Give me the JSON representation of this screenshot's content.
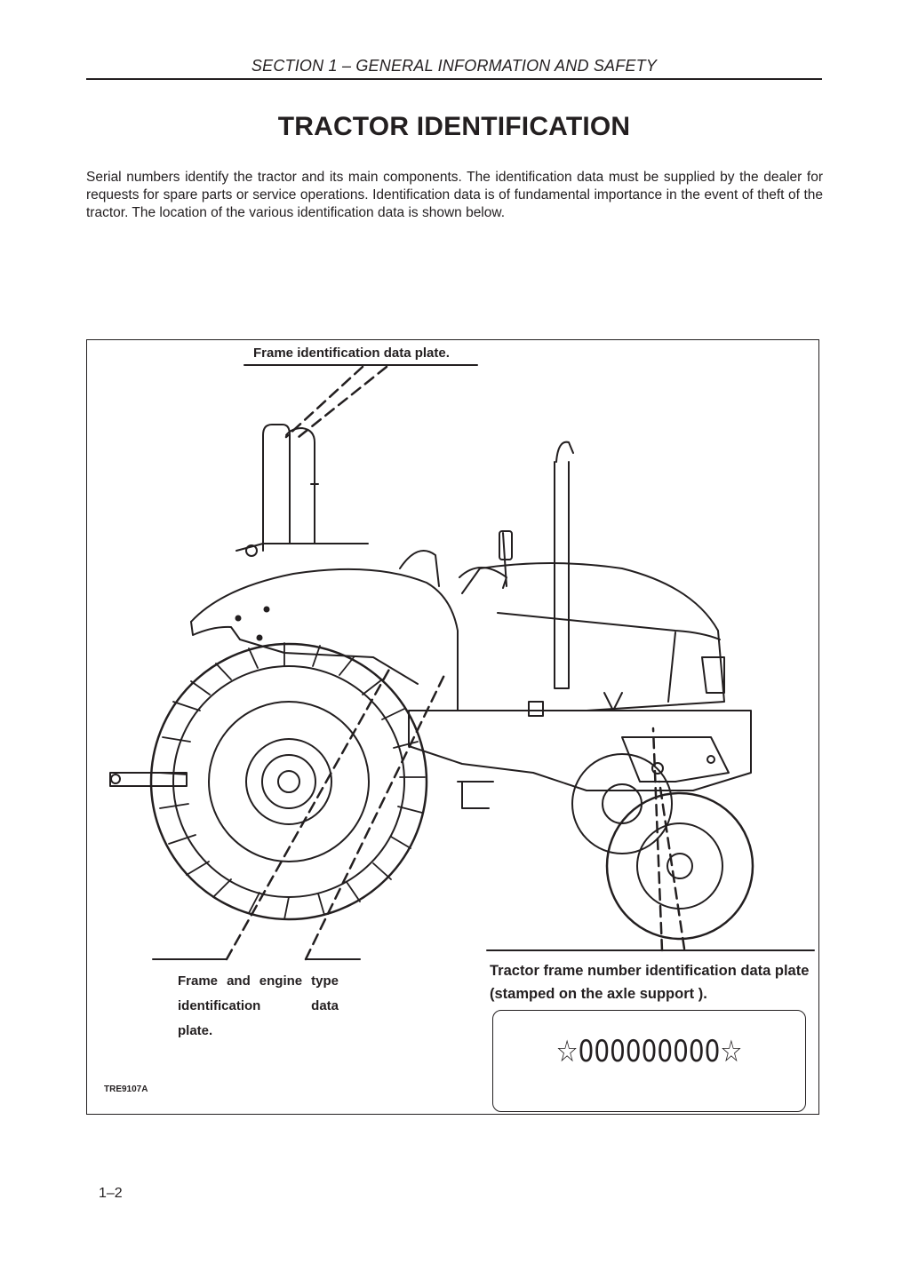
{
  "header": {
    "section": "SECTION 1  – GENERAL INFORMATION AND SAFETY"
  },
  "title": "TRACTOR IDENTIFICATION",
  "intro": "Serial numbers identify the tractor and its main components. The identification data must be supplied by the dealer for requests for spare parts or service operations. Identification data is of fundamental importance in the event of theft of the tractor. The location of the various identification data is shown below.",
  "figure": {
    "label_top": "Frame identification data plate.",
    "label_left": [
      "Frame and engine type",
      "identification data",
      "plate."
    ],
    "label_right": "Tractor frame number identification data plate (stamped on the axle support ).",
    "plate_number": "☆000000000☆",
    "code": "TRE9107A"
  },
  "footer": {
    "page_number": "1–2"
  }
}
